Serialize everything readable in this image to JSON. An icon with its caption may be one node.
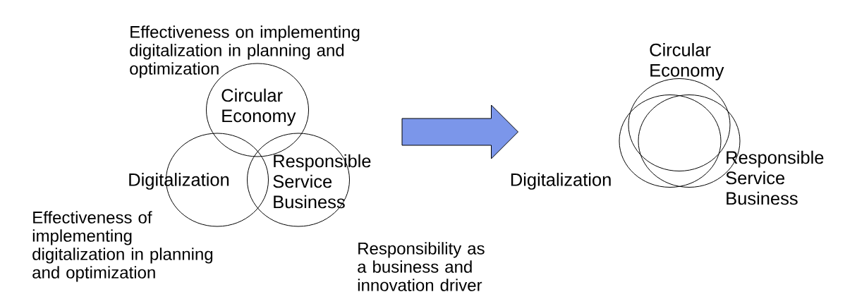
{
  "diagram": {
    "nodes": [
      {
        "text": [
          "Circular Economy"
        ],
        "beside": [
          "Effectiveness on implementing digitalization in planning and optimization"
        ]
      },
      {
        "text": [
          "Digitalization"
        ],
        "beside": [
          "Effectiveness of implementing digitalization in planning and optimization"
        ]
      },
      {
        "text": [
          "Responsible Service Business"
        ],
        "beside": [
          "Responsibility as a business and innovation driver"
        ]
      },
      {
        "text": [
          "Circular Economy"
        ]
      },
      {
        "text": [
          "Digitalization"
        ]
      },
      {
        "text": [
          "Responsible Service Business"
        ]
      }
    ],
    "edges": [
      {
        "from": 2,
        "to": 4,
        "arrow": "to",
        "style": "thick",
        "color": "#7b96ea"
      }
    ]
  }
}
